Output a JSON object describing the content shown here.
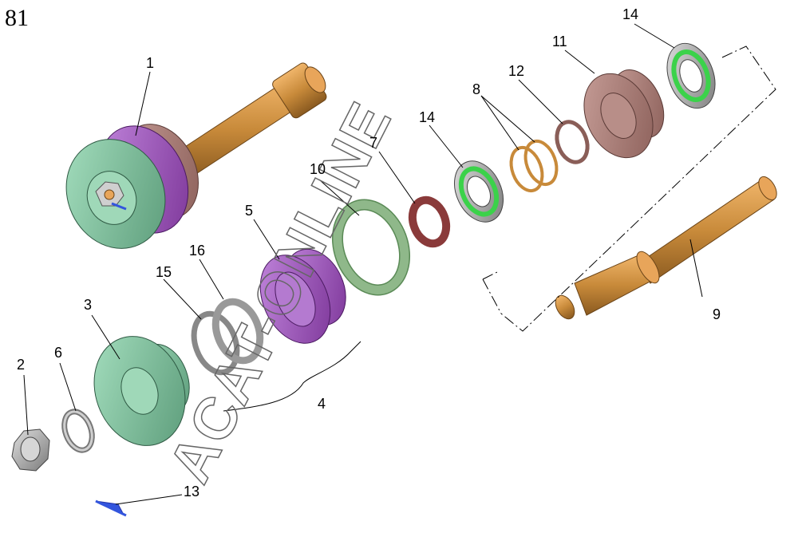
{
  "page_number": "81",
  "watermark": "ACAT-ONLINE",
  "colors": {
    "bronze": "#c88a3a",
    "purple": "#9b4fb8",
    "mint": "#7fc4a0",
    "mauve": "#a87a74",
    "red": "#a84a4a",
    "steel": "#a8a8a8",
    "green_rollers": "#3bd24a",
    "gasket": "#8fb88a",
    "pin": "#3355dd"
  },
  "callouts": [
    {
      "id": "c1",
      "text": "1"
    },
    {
      "id": "c2",
      "text": "2"
    },
    {
      "id": "c3",
      "text": "3"
    },
    {
      "id": "c4",
      "text": "4"
    },
    {
      "id": "c5",
      "text": "5"
    },
    {
      "id": "c6",
      "text": "6"
    },
    {
      "id": "c7",
      "text": "7"
    },
    {
      "id": "c8",
      "text": "8"
    },
    {
      "id": "c9",
      "text": "9"
    },
    {
      "id": "c10",
      "text": "10"
    },
    {
      "id": "c11",
      "text": "11"
    },
    {
      "id": "c12",
      "text": "12"
    },
    {
      "id": "c13",
      "text": "13"
    },
    {
      "id": "c14a",
      "text": "14"
    },
    {
      "id": "c14b",
      "text": "14"
    },
    {
      "id": "c15",
      "text": "15"
    },
    {
      "id": "c16",
      "text": "16"
    }
  ]
}
